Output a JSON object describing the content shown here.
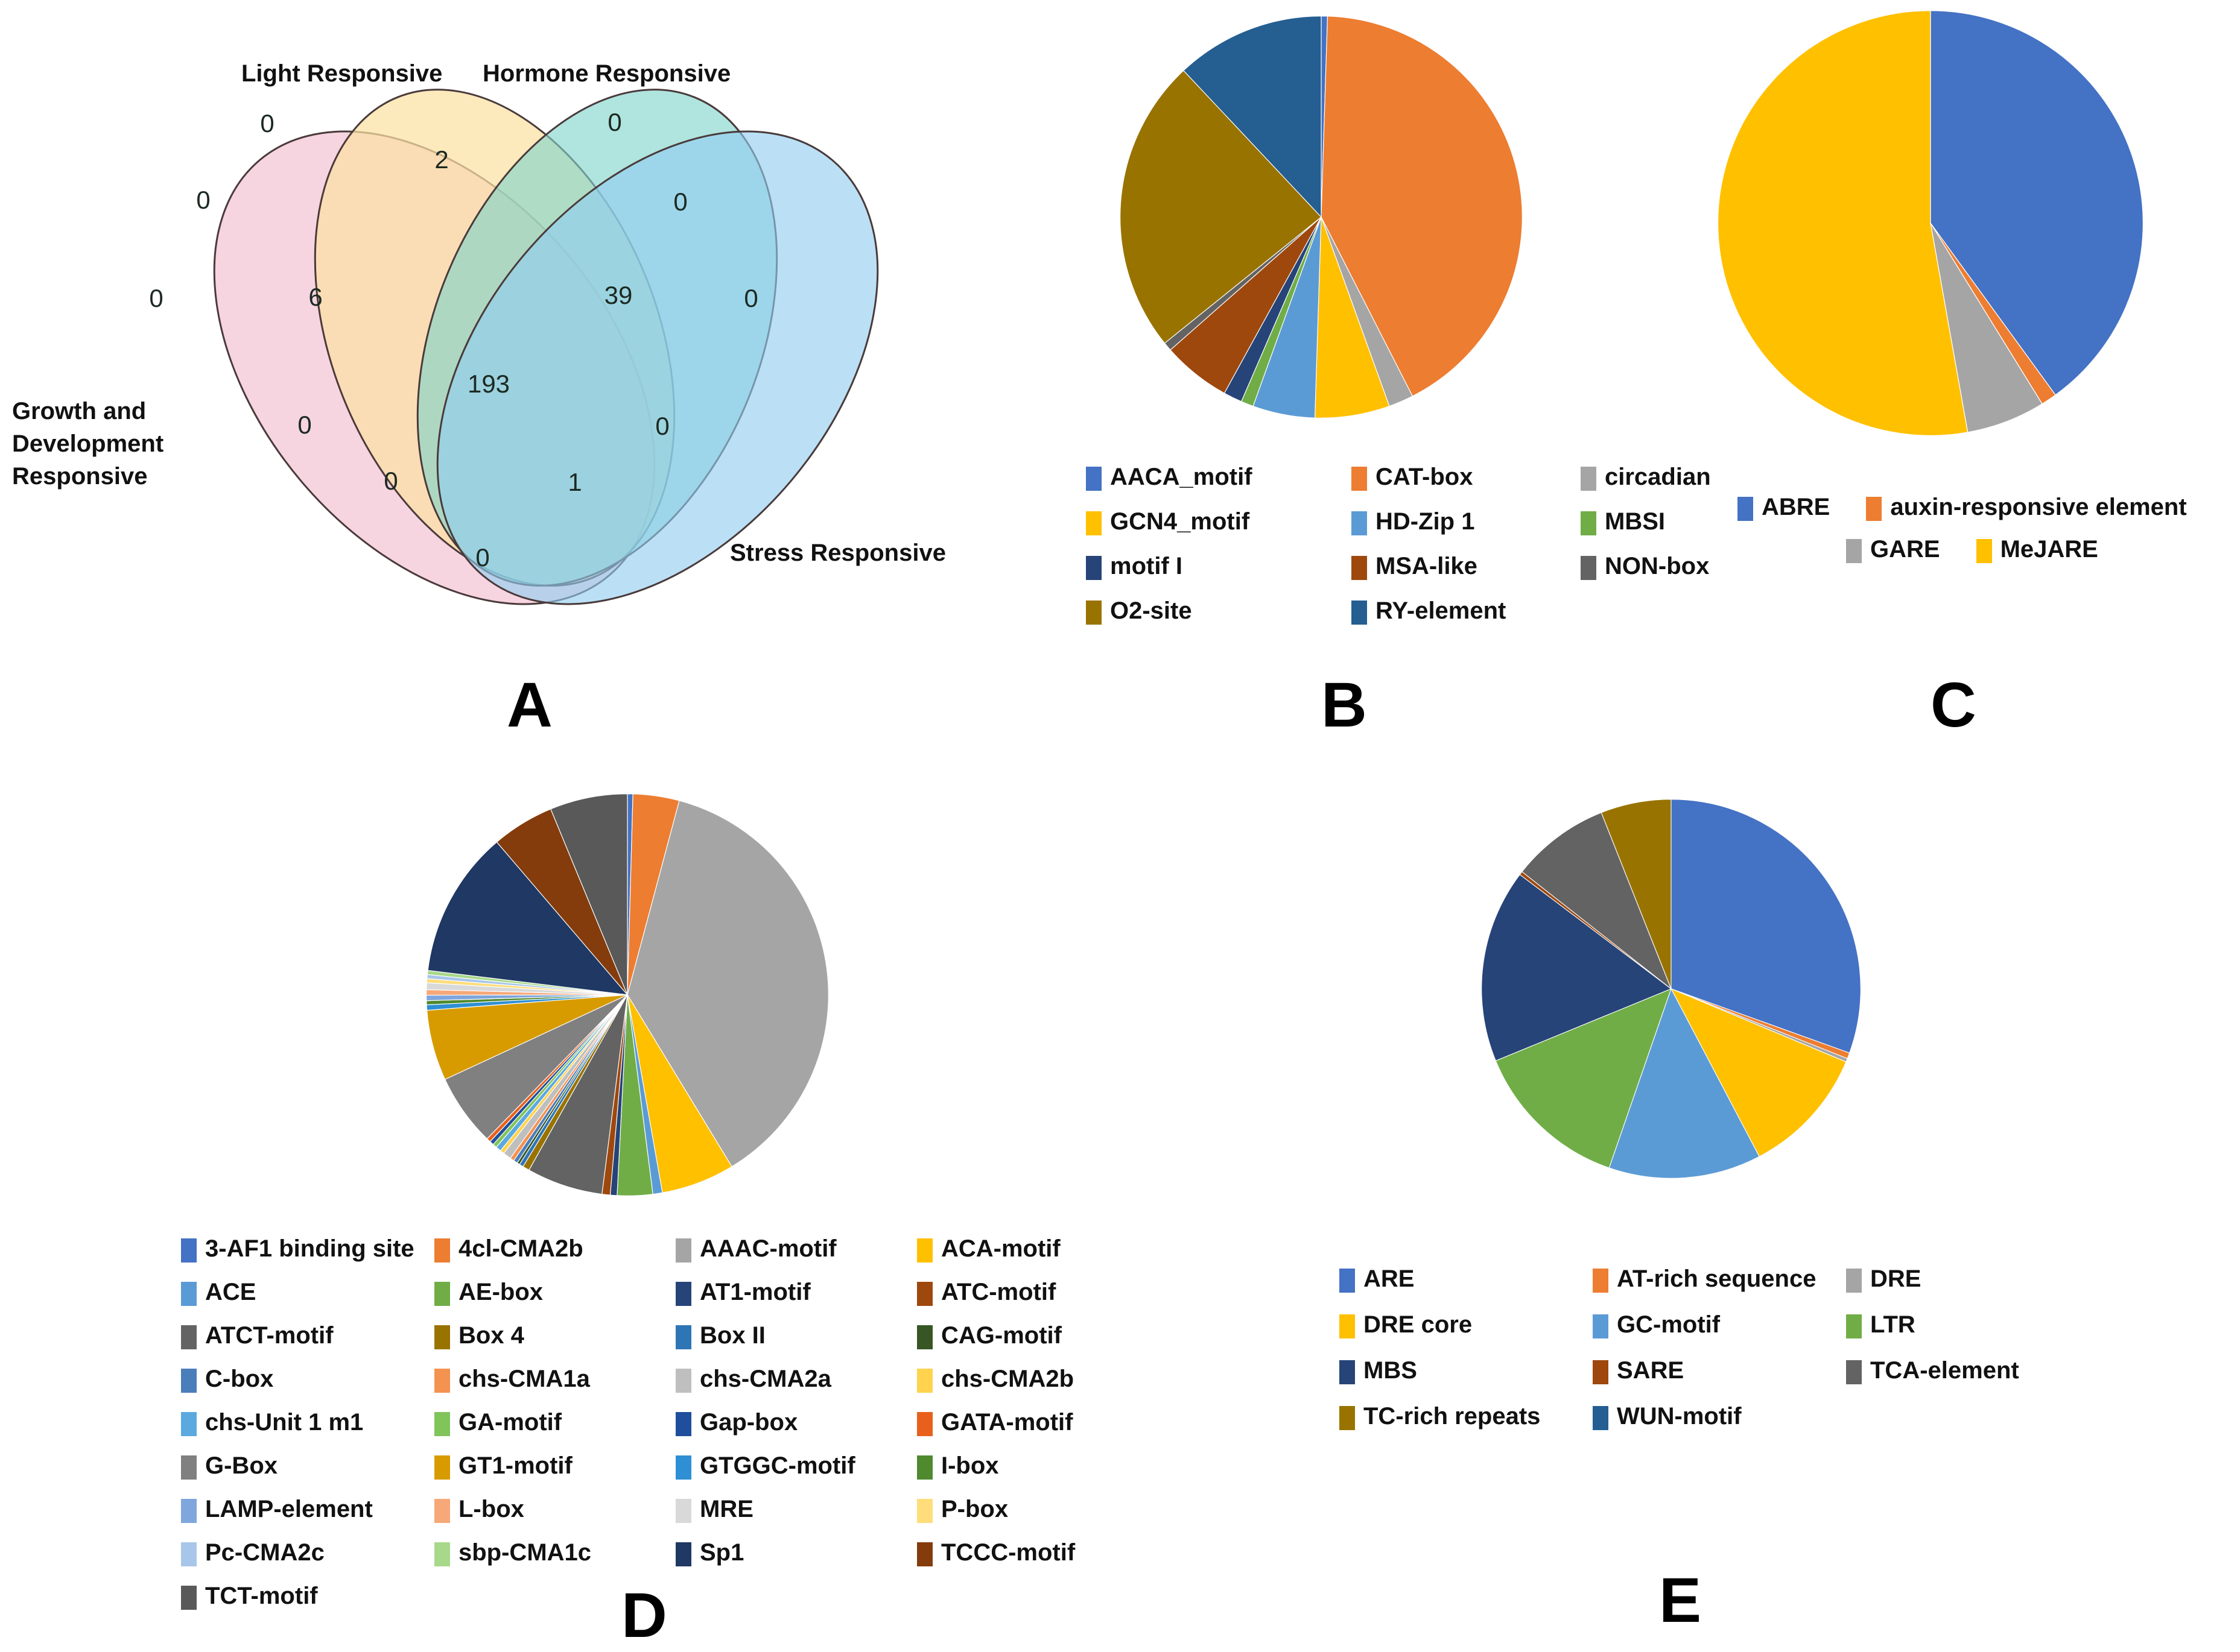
{
  "panels": {
    "a": {
      "letter": "A",
      "set_labels": {
        "light": "Light Responsive",
        "hormone": "Hormone Responsive",
        "growth": "Growth and Development Responsive",
        "stress": "Stress Responsive"
      },
      "colors": {
        "growth": "#f2c4d4",
        "light": "#fbe0a2",
        "hormone": "#a9e3dd",
        "stress": "#bfe0f4",
        "outline": "#4a3a3a"
      }
    },
    "b": {
      "letter": "B"
    },
    "c": {
      "letter": "C"
    },
    "d": {
      "letter": "D"
    },
    "e": {
      "letter": "E"
    }
  },
  "chart_data": [
    {
      "id": "A",
      "type": "venn",
      "title": "",
      "sets": [
        "Growth and Development Responsive",
        "Light Responsive",
        "Hormone Responsive",
        "Stress Responsive"
      ],
      "regions": [
        {
          "label": "light_only",
          "value": 0
        },
        {
          "label": "hormone_only",
          "value": 0
        },
        {
          "label": "growth_only",
          "value": 0
        },
        {
          "label": "stress_only",
          "value": 0
        },
        {
          "label": "light_hormone",
          "value": 2
        },
        {
          "label": "growth_light",
          "value": 0
        },
        {
          "label": "hormone_stress",
          "value": 0
        },
        {
          "label": "growth_light_hormone",
          "value": 6
        },
        {
          "label": "light_hormone_stress",
          "value": 39
        },
        {
          "label": "growth_light_hormone_stress",
          "value": 193
        },
        {
          "label": "growth_hormone",
          "value": 0
        },
        {
          "label": "light_stress",
          "value": 0
        },
        {
          "label": "growth_light_stress",
          "value": 0
        },
        {
          "label": "growth_hormone_stress",
          "value": 1
        },
        {
          "label": "growth_stress",
          "value": 0
        }
      ],
      "numbers": {
        "light_only": "0",
        "hormone_only": "0",
        "growth_only": "0",
        "stress_only": "0",
        "light_hormone": "2",
        "growth_light": "0",
        "hormone_stress": "0",
        "growth_light_hormone": "6",
        "light_hormone_stress": "39",
        "center": "193",
        "growth_hormone": "0",
        "light_stress": "0",
        "growth_light_stress": "0",
        "growth_hormone_stress": "1",
        "growth_stress": "0"
      }
    },
    {
      "id": "B",
      "type": "pie",
      "title": "",
      "legend_position": "bottom",
      "categories": [
        "AACA_motif",
        "CAT-box",
        "circadian",
        "GCN4_motif",
        "HD-Zip 1",
        "MBSI",
        "motif I",
        "MSA-like",
        "NON-box",
        "O2-site",
        "RY-element"
      ],
      "colors": [
        "#4472c4",
        "#ed7d31",
        "#a5a5a5",
        "#ffc000",
        "#5b9bd5",
        "#70ad47",
        "#264478",
        "#9e480e",
        "#636363",
        "#997300",
        "#255e91"
      ],
      "values": [
        0.5,
        42.0,
        2.0,
        6.0,
        5.0,
        1.0,
        1.5,
        5.5,
        0.7,
        23.8,
        12.0
      ],
      "order_clockwise_from_12": [
        "AACA_motif",
        "CAT-box",
        "circadian",
        "GCN4_motif",
        "HD-Zip 1",
        "MBSI",
        "motif I",
        "MSA-like",
        "NON-box",
        "O2-site",
        "RY-element"
      ]
    },
    {
      "id": "C",
      "type": "pie",
      "title": "",
      "legend_position": "bottom",
      "categories": [
        "ABRE",
        "auxin-responsive element",
        "GARE",
        "MeJARE"
      ],
      "colors": [
        "#4472c4",
        "#ed7d31",
        "#a5a5a5",
        "#ffc000"
      ],
      "values": [
        40.0,
        1.2,
        6.0,
        52.8
      ]
    },
    {
      "id": "D",
      "type": "pie",
      "title": "",
      "legend_position": "bottom",
      "categories": [
        "3-AF1 binding site",
        "4cl-CMA2b",
        "AAAC-motif",
        "ACA-motif",
        "ACE",
        "AE-box",
        "AT1-motif",
        "ATC-motif",
        "ATCT-motif",
        "Box 4",
        "Box II",
        "CAG-motif",
        "C-box",
        "chs-CMA1a",
        "chs-CMA2a",
        "chs-CMA2b",
        "chs-Unit 1 m1",
        "GA-motif",
        "Gap-box",
        "GATA-motif",
        "G-Box",
        "GT1-motif",
        "GTGGC-motif",
        "I-box",
        "LAMP-element",
        "L-box",
        "MRE",
        "P-box",
        "Pc-CMA2c",
        "sbp-CMA1c",
        "Sp1",
        "TCCC-motif",
        "TCT-motif"
      ],
      "colors": [
        "#4472c4",
        "#ed7d31",
        "#a5a5a5",
        "#ffc000",
        "#5b9bd5",
        "#70ad47",
        "#264478",
        "#9e480e",
        "#636363",
        "#997300",
        "#2e75b6",
        "#375623",
        "#4a7ebb",
        "#f4924f",
        "#bfbfbf",
        "#ffd34d",
        "#5ca9e0",
        "#81c45a",
        "#1f4e9c",
        "#e8601c",
        "#808080",
        "#d79b00",
        "#2e8fd4",
        "#4f8a2e",
        "#7fa6dd",
        "#f6a878",
        "#d9d9d9",
        "#ffdd7a",
        "#a8c6ea",
        "#a8d98a",
        "#1f3864",
        "#843c0c",
        "#595959"
      ],
      "values": [
        0.4,
        3.4,
        34.0,
        5.4,
        0.7,
        2.6,
        0.5,
        0.6,
        5.6,
        0.5,
        0.3,
        0.2,
        0.3,
        0.3,
        0.6,
        0.3,
        0.4,
        0.3,
        0.3,
        0.3,
        5.3,
        5.2,
        0.4,
        0.3,
        0.4,
        0.4,
        0.5,
        0.3,
        0.3,
        0.3,
        10.8,
        4.6,
        5.7
      ]
    },
    {
      "id": "E",
      "type": "pie",
      "title": "",
      "legend_position": "bottom",
      "categories": [
        "ARE",
        "AT-rich sequence",
        "DRE",
        "DRE core",
        "GC-motif",
        "LTR",
        "MBS",
        "SARE",
        "TCA-element",
        "TC-rich repeats",
        "WUN-motif"
      ],
      "colors": [
        "#4472c4",
        "#ed7d31",
        "#a5a5a5",
        "#ffc000",
        "#5b9bd5",
        "#70ad47",
        "#264478",
        "#9e480e",
        "#636363",
        "#997300",
        "#255e91"
      ],
      "values": [
        30.5,
        0.5,
        0.3,
        11.0,
        13.0,
        13.5,
        16.5,
        0.3,
        8.4,
        6.0,
        0.0
      ]
    }
  ],
  "legends": {
    "b": [
      {
        "label": "AACA_motif",
        "color": "#4472c4"
      },
      {
        "label": "CAT-box",
        "color": "#ed7d31"
      },
      {
        "label": "circadian",
        "color": "#a5a5a5"
      },
      {
        "label": "GCN4_motif",
        "color": "#ffc000"
      },
      {
        "label": "HD-Zip 1",
        "color": "#5b9bd5"
      },
      {
        "label": "MBSI",
        "color": "#70ad47"
      },
      {
        "label": "motif I",
        "color": "#264478"
      },
      {
        "label": "MSA-like",
        "color": "#9e480e"
      },
      {
        "label": "NON-box",
        "color": "#636363"
      },
      {
        "label": "O2-site",
        "color": "#997300"
      },
      {
        "label": "RY-element",
        "color": "#255e91"
      }
    ],
    "c": [
      {
        "label": "ABRE",
        "color": "#4472c4"
      },
      {
        "label": "auxin-responsive element",
        "color": "#ed7d31"
      },
      {
        "label": "GARE",
        "color": "#a5a5a5"
      },
      {
        "label": "MeJARE",
        "color": "#ffc000"
      }
    ],
    "d": [
      {
        "label": "3-AF1 binding site",
        "color": "#4472c4"
      },
      {
        "label": "4cl-CMA2b",
        "color": "#ed7d31"
      },
      {
        "label": "AAAC-motif",
        "color": "#a5a5a5"
      },
      {
        "label": "ACA-motif",
        "color": "#ffc000"
      },
      {
        "label": "ACE",
        "color": "#5b9bd5"
      },
      {
        "label": "AE-box",
        "color": "#70ad47"
      },
      {
        "label": "AT1-motif",
        "color": "#264478"
      },
      {
        "label": "ATC-motif",
        "color": "#9e480e"
      },
      {
        "label": "ATCT-motif",
        "color": "#636363"
      },
      {
        "label": "Box 4",
        "color": "#997300"
      },
      {
        "label": "Box II",
        "color": "#2e75b6"
      },
      {
        "label": "CAG-motif",
        "color": "#375623"
      },
      {
        "label": "C-box",
        "color": "#4a7ebb"
      },
      {
        "label": "chs-CMA1a",
        "color": "#f4924f"
      },
      {
        "label": "chs-CMA2a",
        "color": "#bfbfbf"
      },
      {
        "label": "chs-CMA2b",
        "color": "#ffd34d"
      },
      {
        "label": "chs-Unit 1 m1",
        "color": "#5ca9e0"
      },
      {
        "label": "GA-motif",
        "color": "#81c45a"
      },
      {
        "label": "Gap-box",
        "color": "#1f4e9c"
      },
      {
        "label": "GATA-motif",
        "color": "#e8601c"
      },
      {
        "label": "G-Box",
        "color": "#808080"
      },
      {
        "label": "GT1-motif",
        "color": "#d79b00"
      },
      {
        "label": "GTGGC-motif",
        "color": "#2e8fd4"
      },
      {
        "label": "I-box",
        "color": "#4f8a2e"
      },
      {
        "label": "LAMP-element",
        "color": "#7fa6dd"
      },
      {
        "label": "L-box",
        "color": "#f6a878"
      },
      {
        "label": "MRE",
        "color": "#d9d9d9"
      },
      {
        "label": "P-box",
        "color": "#ffdd7a"
      },
      {
        "label": "Pc-CMA2c",
        "color": "#a8c6ea"
      },
      {
        "label": "sbp-CMA1c",
        "color": "#a8d98a"
      },
      {
        "label": "Sp1",
        "color": "#1f3864"
      },
      {
        "label": "TCCC-motif",
        "color": "#843c0c"
      },
      {
        "label": "TCT-motif",
        "color": "#595959"
      }
    ],
    "e": [
      {
        "label": "ARE",
        "color": "#4472c4"
      },
      {
        "label": "AT-rich sequence",
        "color": "#ed7d31"
      },
      {
        "label": "DRE",
        "color": "#a5a5a5"
      },
      {
        "label": "DRE core",
        "color": "#ffc000"
      },
      {
        "label": "GC-motif",
        "color": "#5b9bd5"
      },
      {
        "label": "LTR",
        "color": "#70ad47"
      },
      {
        "label": "MBS",
        "color": "#264478"
      },
      {
        "label": "SARE",
        "color": "#9e480e"
      },
      {
        "label": "TCA-element",
        "color": "#636363"
      },
      {
        "label": "TC-rich repeats",
        "color": "#997300"
      },
      {
        "label": "WUN-motif",
        "color": "#255e91"
      }
    ]
  }
}
